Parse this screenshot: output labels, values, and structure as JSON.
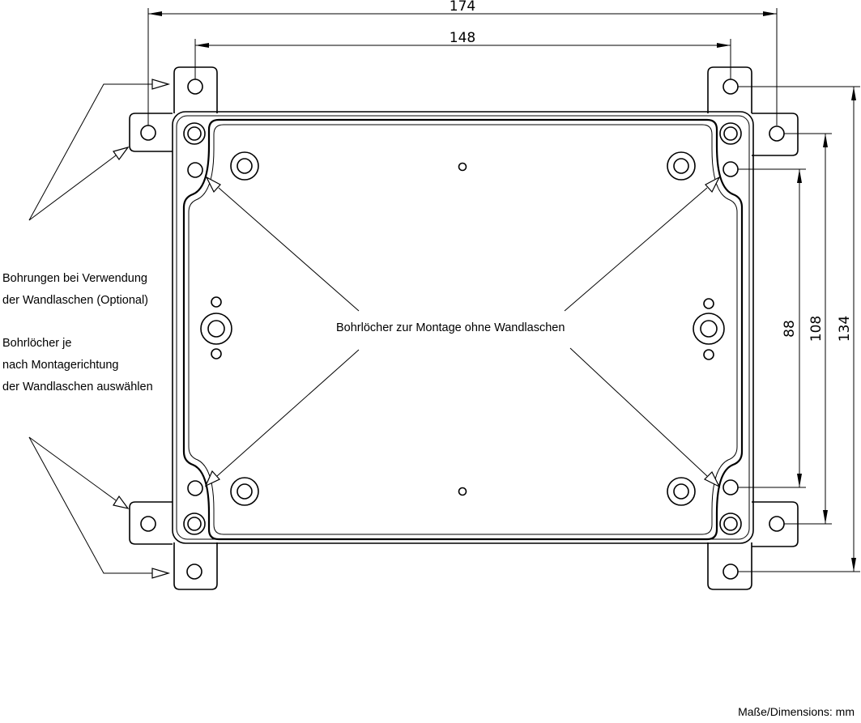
{
  "dimensions": {
    "width_outer": "174",
    "width_inner": "148",
    "height_inner": "88",
    "height_mid": "108",
    "height_outer": "134"
  },
  "labels": {
    "wall_bracket_holes": [
      "Bohrungen bei Verwendung",
      "der Wandlaschen (Optional)"
    ],
    "select_holes": [
      "Bohrlöcher je",
      "nach Montagerichtung",
      "der Wandlaschen auswählen"
    ],
    "mounting_without_brackets": "Bohrlöcher zur Montage ohne Wandlaschen"
  },
  "units_note": "Maße/Dimensions: mm"
}
